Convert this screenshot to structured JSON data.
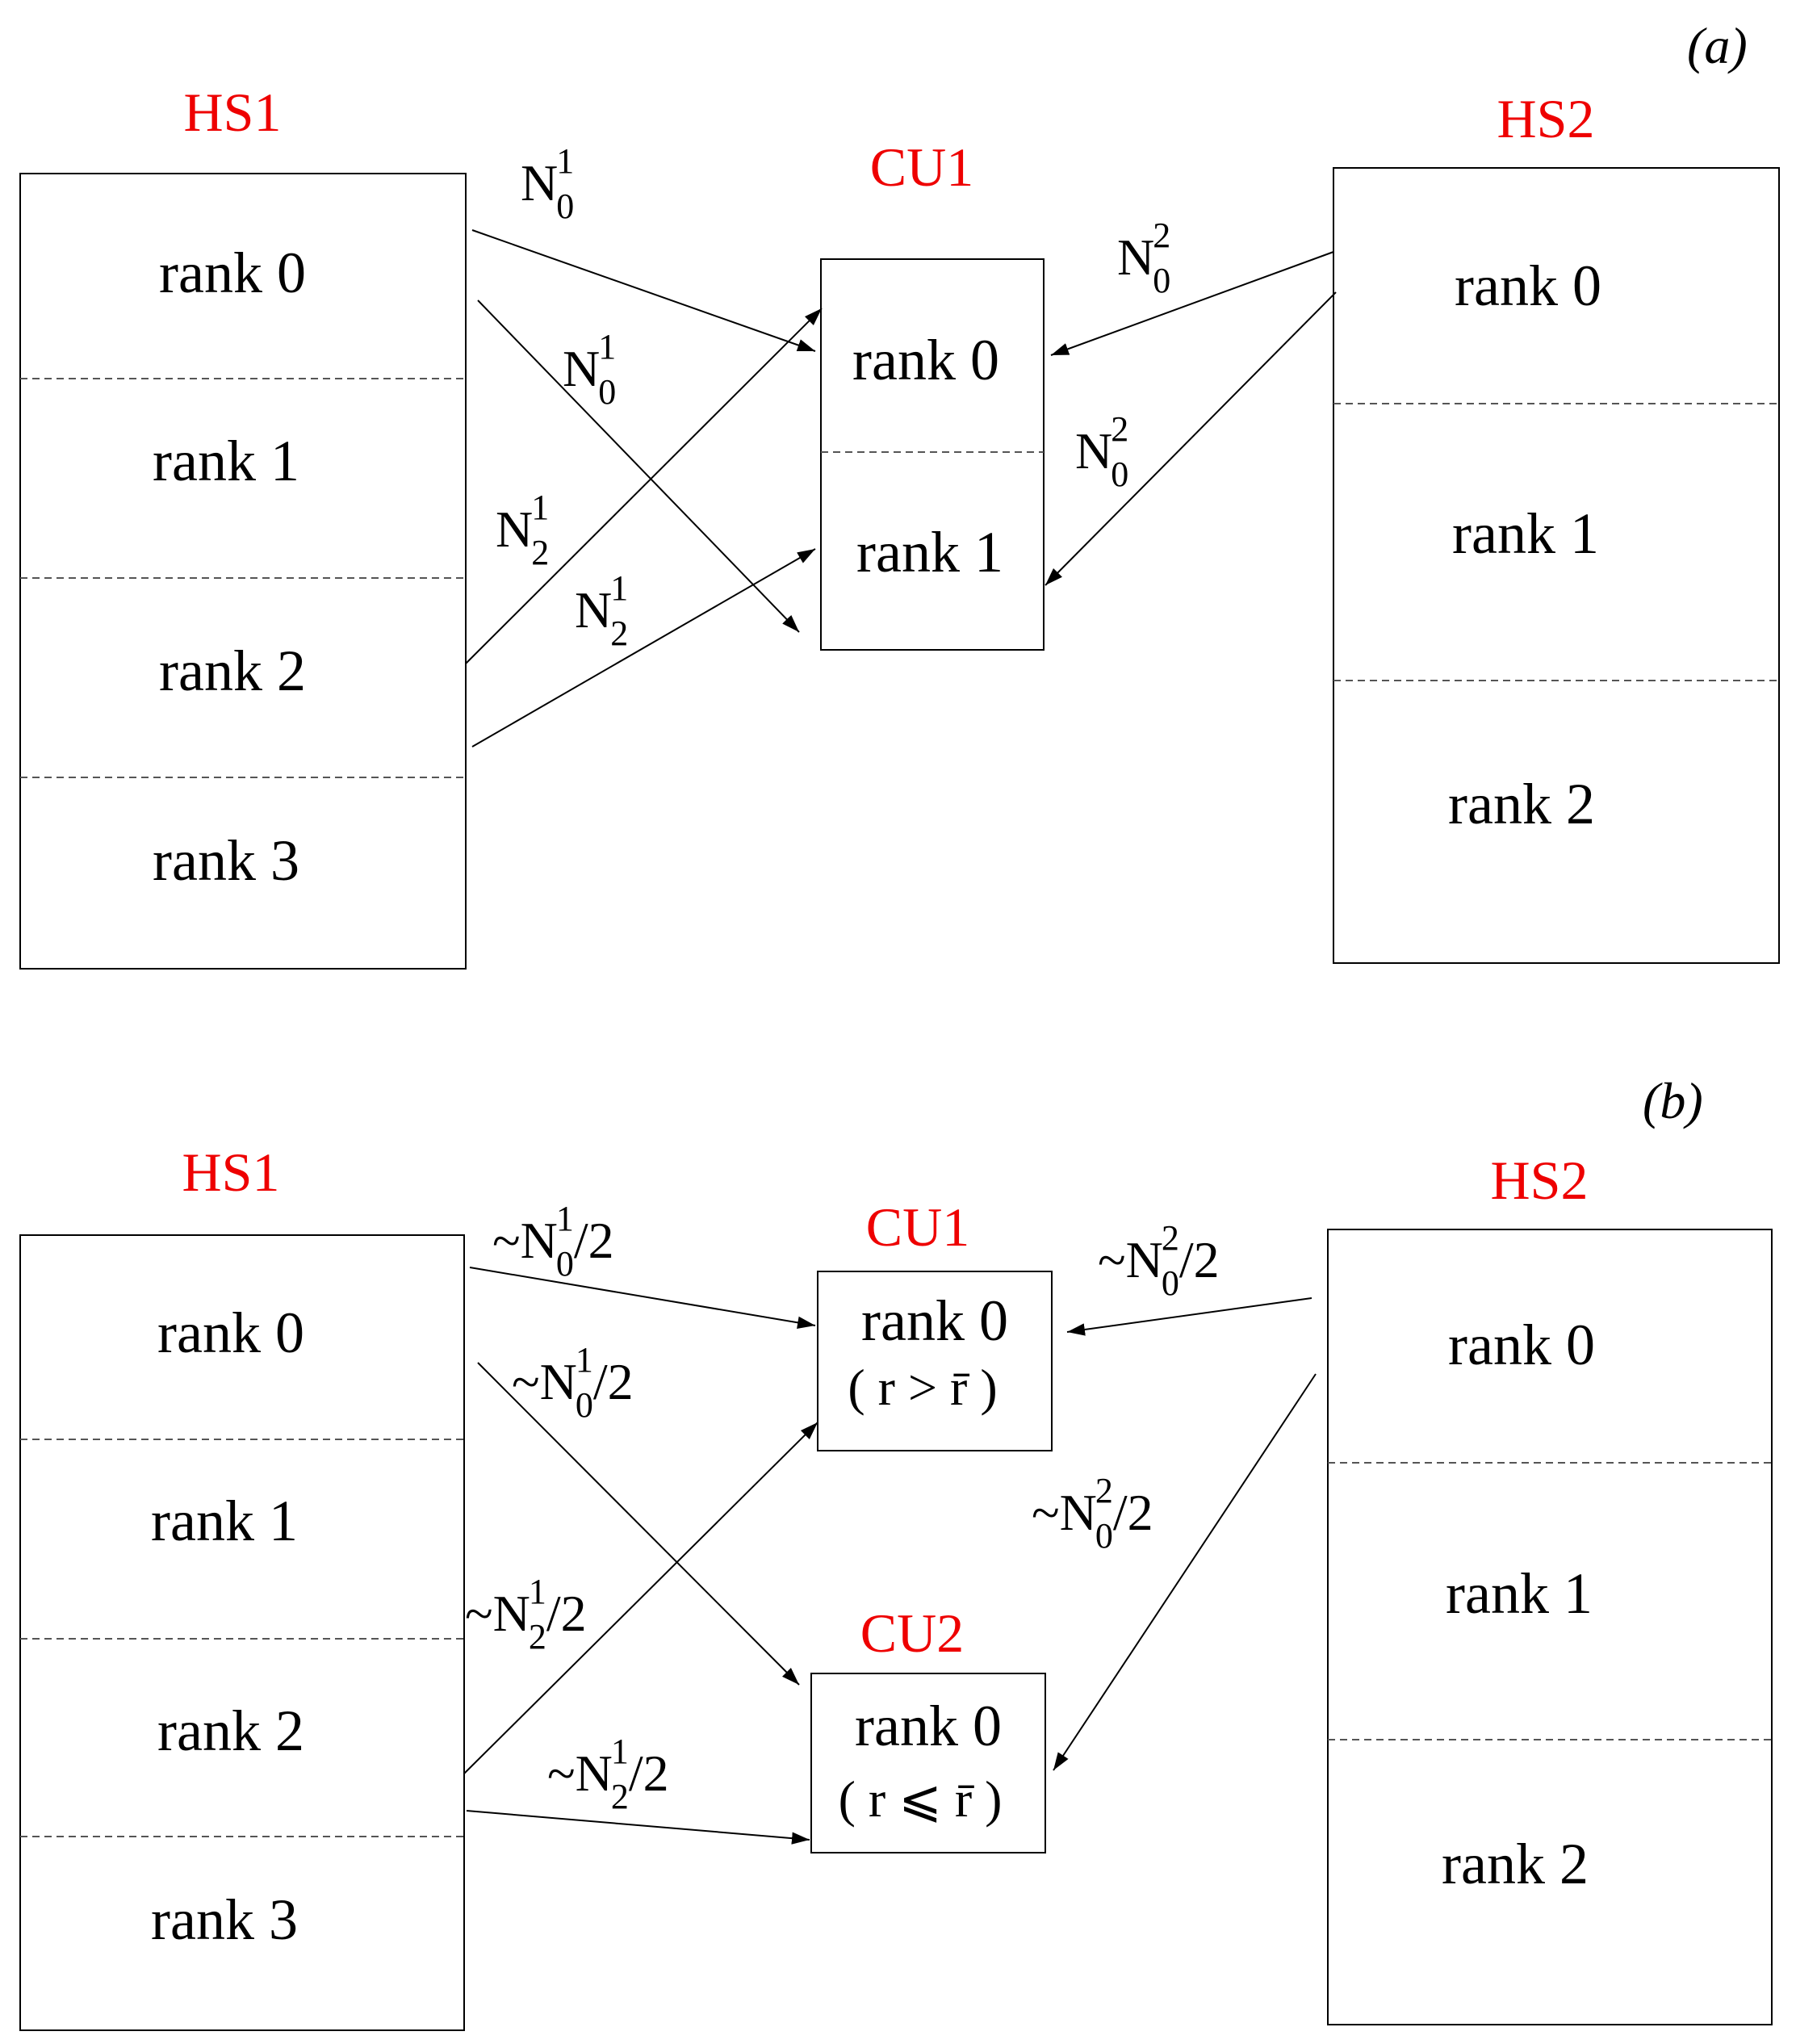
{
  "panels": [
    {
      "label": "(a)",
      "groups": {
        "hs1": {
          "title": "HS1",
          "ranks": [
            "rank 0",
            "rank 1",
            "rank 2",
            "rank 3"
          ]
        },
        "cu1": {
          "title": "CU1",
          "ranks": [
            "rank 0",
            "rank 1"
          ]
        },
        "hs2": {
          "title": "HS2",
          "ranks": [
            "rank 0",
            "rank 1",
            "rank 2"
          ]
        }
      },
      "flows": [
        {
          "from": "HS1 rank 0",
          "to": "CU1 rank 0",
          "prefix": "",
          "sym": "N",
          "sup": "1",
          "sub": "0",
          "suffix": ""
        },
        {
          "from": "HS1 rank 0",
          "to": "CU1 rank 1",
          "prefix": "",
          "sym": "N",
          "sup": "1",
          "sub": "0",
          "suffix": ""
        },
        {
          "from": "HS1 rank 2",
          "to": "CU1 rank 0",
          "prefix": "",
          "sym": "N",
          "sup": "1",
          "sub": "2",
          "suffix": ""
        },
        {
          "from": "HS1 rank 2",
          "to": "CU1 rank 1",
          "prefix": "",
          "sym": "N",
          "sup": "1",
          "sub": "2",
          "suffix": ""
        },
        {
          "from": "HS2 rank 0",
          "to": "CU1 rank 0",
          "prefix": "",
          "sym": "N",
          "sup": "2",
          "sub": "0",
          "suffix": ""
        },
        {
          "from": "HS2 rank 0",
          "to": "CU1 rank 1",
          "prefix": "",
          "sym": "N",
          "sup": "2",
          "sub": "0",
          "suffix": ""
        }
      ]
    },
    {
      "label": "(b)",
      "groups": {
        "hs1": {
          "title": "HS1",
          "ranks": [
            "rank 0",
            "rank 1",
            "rank 2",
            "rank 3"
          ]
        },
        "cu1": {
          "title": "CU1",
          "rank": "rank 0",
          "condition": "( r > r̄ )"
        },
        "cu2": {
          "title": "CU2",
          "rank": "rank 0",
          "condition": "( r ⩽ r̄ )"
        },
        "hs2": {
          "title": "HS2",
          "ranks": [
            "rank 0",
            "rank 1",
            "rank 2"
          ]
        }
      },
      "flows": [
        {
          "from": "HS1 rank 0",
          "to": "CU1 rank 0",
          "prefix": "~",
          "sym": "N",
          "sup": "1",
          "sub": "0",
          "suffix": "/2"
        },
        {
          "from": "HS1 rank 0",
          "to": "CU2 rank 0",
          "prefix": "~",
          "sym": "N",
          "sup": "1",
          "sub": "0",
          "suffix": "/2"
        },
        {
          "from": "HS1 rank 2",
          "to": "CU1 rank 0",
          "prefix": "~",
          "sym": "N",
          "sup": "1",
          "sub": "2",
          "suffix": "/2"
        },
        {
          "from": "HS1 rank 2",
          "to": "CU2 rank 0",
          "prefix": "~",
          "sym": "N",
          "sup": "1",
          "sub": "2",
          "suffix": "/2"
        },
        {
          "from": "HS2 rank 0",
          "to": "CU1 rank 0",
          "prefix": "~",
          "sym": "N",
          "sup": "2",
          "sub": "0",
          "suffix": "/2"
        },
        {
          "from": "HS2 rank 0",
          "to": "CU2 rank 0",
          "prefix": "~",
          "sym": "N",
          "sup": "2",
          "sub": "0",
          "suffix": "/2"
        }
      ]
    }
  ]
}
